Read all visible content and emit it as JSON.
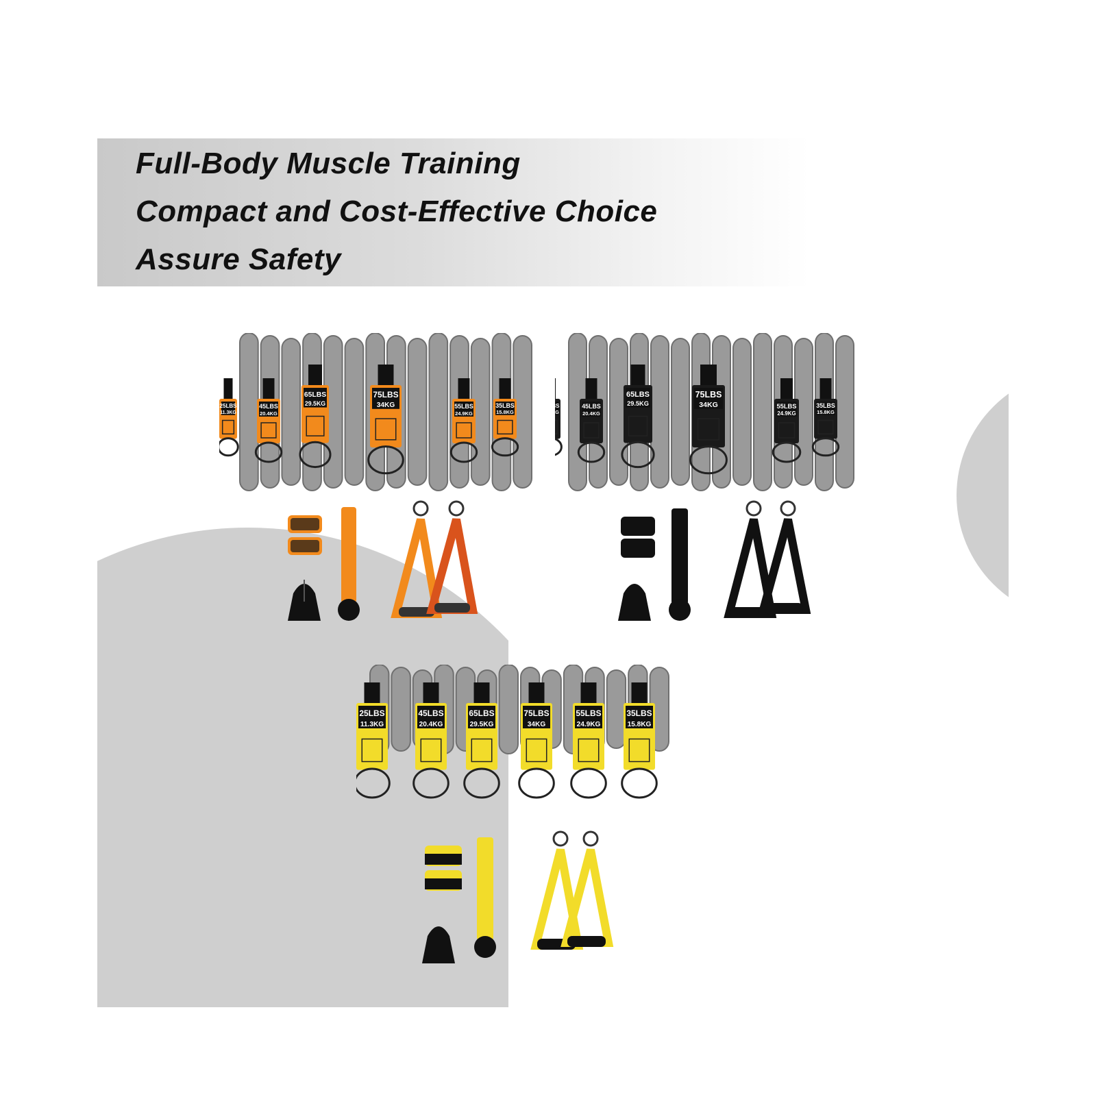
{
  "headline": {
    "line1": "Full-Body Muscle Training",
    "line2": "Compact and Cost-Effective Choice",
    "line3": "Assure Safety"
  },
  "colors": {
    "orange_set": "#f28a1c",
    "black_set": "#1a1a1a",
    "yellow_set": "#f2dc2a",
    "tube": "#8e8e8e",
    "banner": "#cfcfcf"
  },
  "bands": [
    {
      "lbs": "25LBS",
      "kg": "11.3KG"
    },
    {
      "lbs": "45LBS",
      "kg": "20.4KG"
    },
    {
      "lbs": "65LBS",
      "kg": "29.5KG"
    },
    {
      "lbs": "75LBS",
      "kg": "34KG"
    },
    {
      "lbs": "55LBS",
      "kg": "24.9KG"
    },
    {
      "lbs": "35LBS",
      "kg": "15.8KG"
    }
  ],
  "accessories": [
    "ankle-straps-icon",
    "door-anchor-icon",
    "handles-icon",
    "carry-bag-icon"
  ]
}
